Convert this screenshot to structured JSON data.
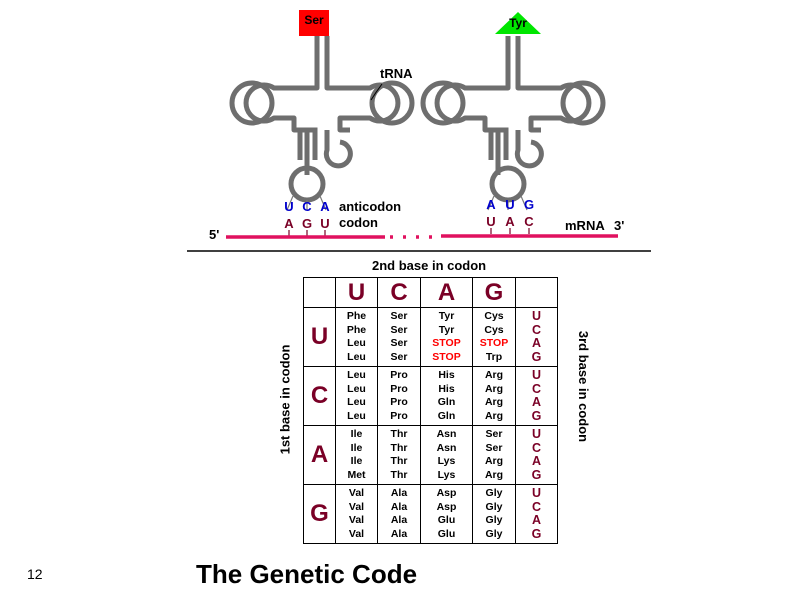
{
  "diagram": {
    "trna_left": {
      "amino_acid": "Ser",
      "amino_acid_color": "#ff0000",
      "anticodon": [
        "U",
        "C",
        "A"
      ],
      "codon": [
        "A",
        "G",
        "U"
      ]
    },
    "trna_right": {
      "amino_acid": "Tyr",
      "amino_acid_color": "#00e600",
      "anticodon": [
        "A",
        "U",
        "G"
      ],
      "codon": [
        "U",
        "A",
        "C"
      ]
    },
    "labels": {
      "trna": "tRNA",
      "anticodon": "anticodon",
      "codon": "codon",
      "mrna": "mRNA",
      "five_prime": "5'",
      "three_prime": "3'"
    },
    "colors": {
      "anticodon": "#0000cc",
      "codon": "#7a0026",
      "mrna": "#e0115f"
    }
  },
  "table": {
    "second_base_label": "2nd base in codon",
    "first_base_label": "1st base in codon",
    "third_base_label": "3rd base in codon",
    "second_bases": [
      "U",
      "C",
      "A",
      "G"
    ],
    "rows": [
      {
        "first": "U",
        "cells": [
          [
            "Phe",
            "Phe",
            "Leu",
            "Leu"
          ],
          [
            "Ser",
            "Ser",
            "Ser",
            "Ser"
          ],
          [
            "Tyr",
            "Tyr",
            "STOP",
            "STOP"
          ],
          [
            "Cys",
            "Cys",
            "STOP",
            "Trp"
          ]
        ],
        "third": [
          "U",
          "C",
          "A",
          "G"
        ]
      },
      {
        "first": "C",
        "cells": [
          [
            "Leu",
            "Leu",
            "Leu",
            "Leu"
          ],
          [
            "Pro",
            "Pro",
            "Pro",
            "Pro"
          ],
          [
            "His",
            "His",
            "Gln",
            "Gln"
          ],
          [
            "Arg",
            "Arg",
            "Arg",
            "Arg"
          ]
        ],
        "third": [
          "U",
          "C",
          "A",
          "G"
        ]
      },
      {
        "first": "A",
        "cells": [
          [
            "Ile",
            "Ile",
            "Ile",
            "Met"
          ],
          [
            "Thr",
            "Thr",
            "Thr",
            "Thr"
          ],
          [
            "Asn",
            "Asn",
            "Lys",
            "Lys"
          ],
          [
            "Ser",
            "Ser",
            "Arg",
            "Arg"
          ]
        ],
        "third": [
          "U",
          "C",
          "A",
          "G"
        ]
      },
      {
        "first": "G",
        "cells": [
          [
            "Val",
            "Val",
            "Val",
            "Val"
          ],
          [
            "Ala",
            "Ala",
            "Ala",
            "Ala"
          ],
          [
            "Asp",
            "Asp",
            "Glu",
            "Glu"
          ],
          [
            "Gly",
            "Gly",
            "Gly",
            "Gly"
          ]
        ],
        "third": [
          "U",
          "C",
          "A",
          "G"
        ]
      }
    ],
    "stop_color": "#ff0000",
    "base_color": "#7a0026"
  },
  "slide": {
    "title": "The Genetic Code",
    "number": "12"
  }
}
